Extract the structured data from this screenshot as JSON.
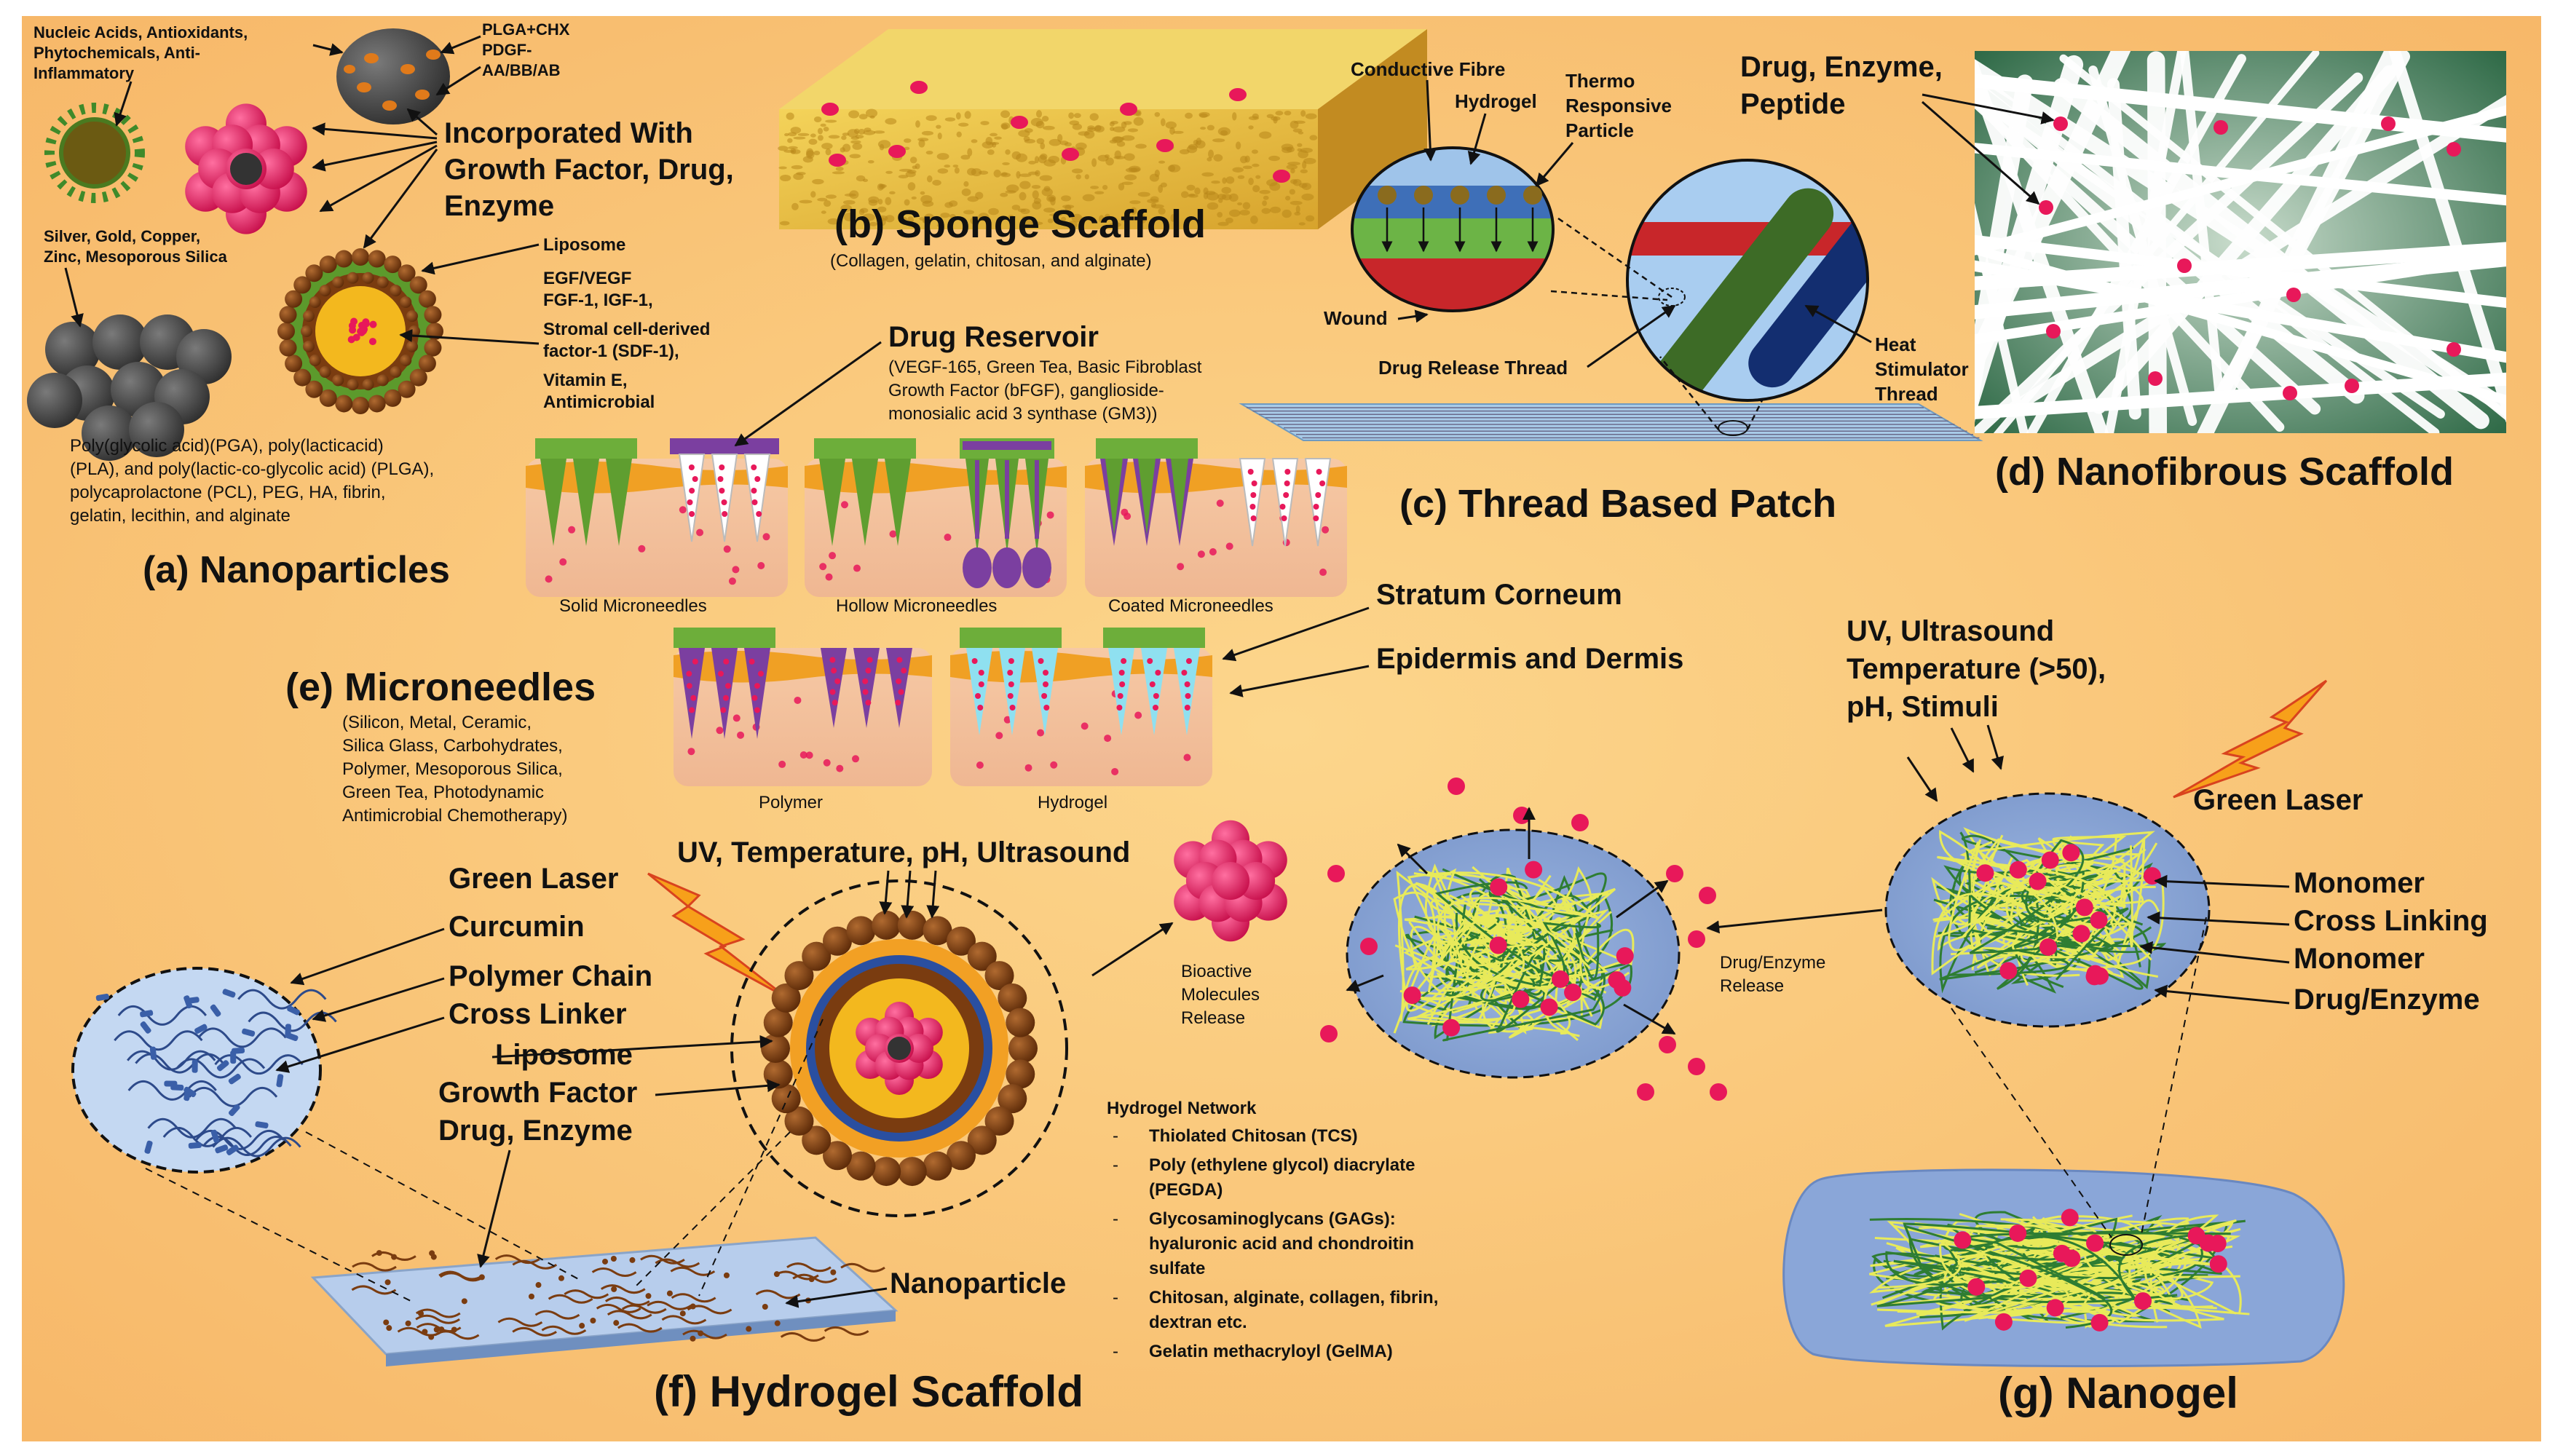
{
  "panels": {
    "a": {
      "title": "(a) Nanoparticles",
      "np_types": [
        "Nucleic Acids, Antioxidants,",
        "Phytochemicals, Anti-",
        "Inflammatory"
      ],
      "metal_list": [
        "Silver, Gold, Copper,",
        "Zinc, Mesoporous Silica"
      ],
      "loaded": [
        "PLGA+CHX",
        "PDGF-",
        "AA/BB/AB"
      ],
      "incorporated": [
        "Incorporated With",
        "Growth Factor, Drug,",
        "Enzyme"
      ],
      "liposome_label": "Liposome",
      "liposome_cargo": [
        "EGF/VEGF",
        "FGF-1, IGF-1,",
        "Stromal cell-derived",
        "factor-1 (SDF-1),",
        "Vitamin E,",
        "Antimicrobial"
      ],
      "polymers": [
        "Poly(glycolic acid)(PGA), poly(lacticacid)",
        "(PLA), and poly(lactic-co-glycolic acid) (PLGA),",
        "polycaprolactone (PCL), PEG, HA, fibrin,",
        "gelatin, lecithin, and alginate"
      ]
    },
    "b": {
      "title": "(b) Sponge Scaffold",
      "subtitle": "(Collagen, gelatin, chitosan, and alginate)"
    },
    "c": {
      "title": "(c) Thread Based Patch",
      "conductive": "Conductive Fibre",
      "hydrogel": "Hydrogel",
      "thermo": [
        "Thermo",
        "Responsive",
        "Particle"
      ],
      "wound": "Wound",
      "drug_thread": "Drug Release Thread",
      "heat_thread": [
        "Heat",
        "Stimulator",
        "Thread"
      ]
    },
    "d": {
      "title": "(d) Nanofibrous Scaffold",
      "cargo": [
        "Drug, Enzyme,",
        "Peptide"
      ]
    },
    "e": {
      "title": "(e) Microneedles",
      "reservoir_title": "Drug Reservoir",
      "reservoir_items": [
        "(VEGF-165, Green Tea, Basic Fibroblast",
        "Growth Factor (bFGF), ganglioside-",
        "monosialic acid 3 synthase (GM3))"
      ],
      "needle_types": [
        "Solid Microneedles",
        "Hollow Microneedles",
        "Coated Microneedles"
      ],
      "stratum": "Stratum Corneum",
      "epidermis": "Epidermis and Dermis",
      "materials": [
        "(Silicon, Metal, Ceramic,",
        "Silica Glass, Carbohydrates,",
        "Polymer, Mesoporous Silica,",
        "Green Tea, Photodynamic",
        "Antimicrobial Chemotherapy)"
      ],
      "polymer_label": "Polymer",
      "hydrogel_label": "Hydrogel"
    },
    "f": {
      "title": "(f) Hydrogel Scaffold",
      "green_laser": "Green Laser",
      "curcumin": "Curcumin",
      "polymer_chain": "Polymer Chain",
      "cross_linker": "Cross Linker",
      "liposome": "Liposome",
      "growth_factor": "Growth Factor",
      "drug_enzyme": "Drug, Enzyme",
      "stimuli": "UV, Temperature, pH, Ultrasound",
      "bioactive": [
        "Bioactive",
        "Molecules",
        "Release"
      ],
      "nanoparticle": "Nanoparticle",
      "network_title": "Hydrogel Network",
      "network_items": [
        [
          "Thiolated Chitosan (TCS)"
        ],
        [
          "Poly (ethylene glycol) diacrylate",
          "(PEGDA)"
        ],
        [
          "Glycosaminoglycans (GAGs):",
          "hyaluronic acid and chondroitin",
          "sulfate"
        ],
        [
          "Chitosan, alginate, collagen, fibrin,",
          "dextran etc."
        ],
        [
          "Gelatin methacryloyl (GelMA)"
        ]
      ]
    },
    "g": {
      "title": "(g) Nanogel",
      "stimuli": [
        "UV, Ultrasound",
        "Temperature (>50),",
        "pH, Stimuli"
      ],
      "green_laser": "Green Laser",
      "monomer": "Monomer",
      "cross_linking": "Cross Linking",
      "monomer2": "Monomer",
      "drug_enzyme": "Drug/Enzyme",
      "release": [
        "Drug/Enzyme",
        "Release"
      ]
    }
  },
  "colors": {
    "background": "#fcd98a",
    "pink": "#e8185a",
    "green": "#5c9a2c",
    "brown": "#7a3c10",
    "purple": "#7b3fa0",
    "skin": "#f1c4a0"
  }
}
